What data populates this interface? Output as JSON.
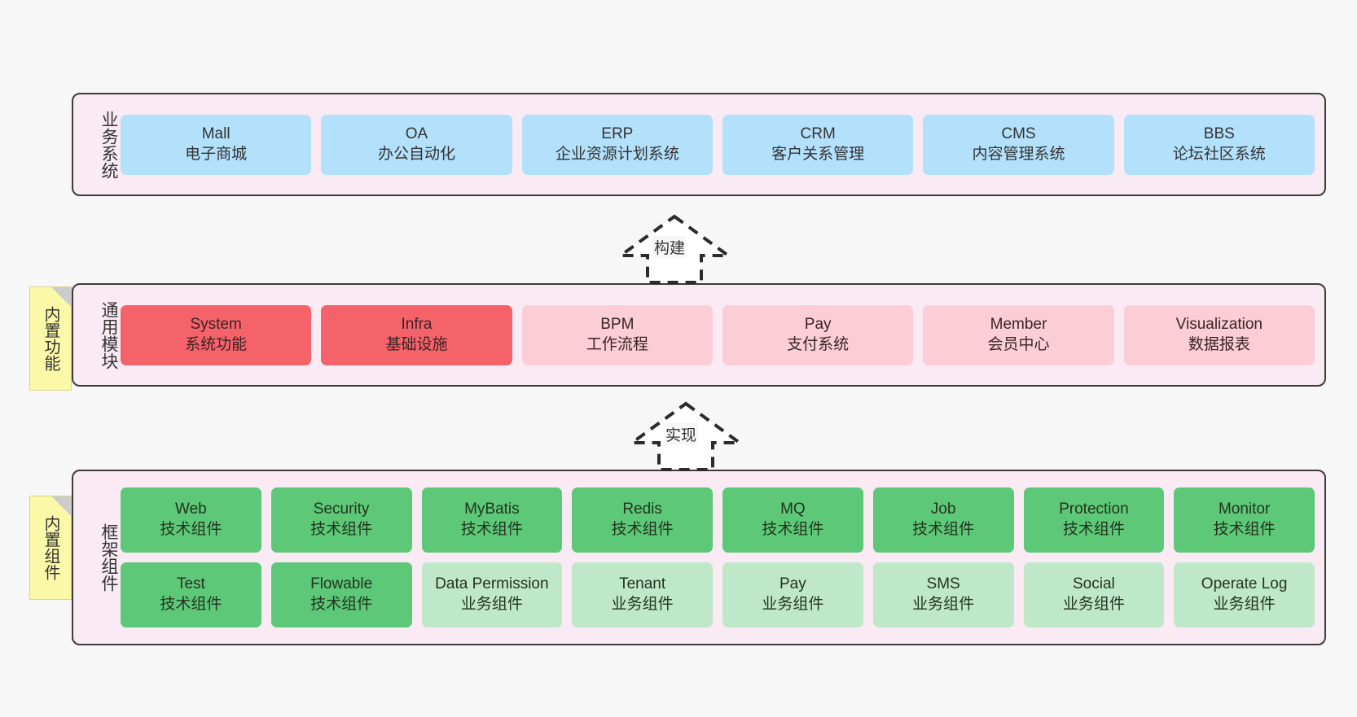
{
  "canvas": {
    "background": "#f7f7f7",
    "band_fill": "#f9eaf4",
    "band_border": "#3b3b3b",
    "note_fill": "#fbf8a8"
  },
  "notes": [
    {
      "id": "note-functions",
      "label": "内置功能"
    },
    {
      "id": "note-components",
      "label": "内置组件"
    }
  ],
  "bands": {
    "business": {
      "title": "业务系统",
      "color": "#b3e0fb",
      "cards": [
        {
          "en": "Mall",
          "cn": "电子商城"
        },
        {
          "en": "OA",
          "cn": "办公自动化"
        },
        {
          "en": "ERP",
          "cn": "企业资源计划系统"
        },
        {
          "en": "CRM",
          "cn": "客户关系管理"
        },
        {
          "en": "CMS",
          "cn": "内容管理系统"
        },
        {
          "en": "BBS",
          "cn": "论坛社区系统"
        }
      ]
    },
    "common": {
      "title": "通用模块",
      "color_strong": "#f4636a",
      "color_soft": "#fbcdd6",
      "cards": [
        {
          "en": "System",
          "cn": "系统功能",
          "tone": "strong"
        },
        {
          "en": "Infra",
          "cn": "基础设施",
          "tone": "strong"
        },
        {
          "en": "BPM",
          "cn": "工作流程",
          "tone": "soft"
        },
        {
          "en": "Pay",
          "cn": "支付系统",
          "tone": "soft"
        },
        {
          "en": "Member",
          "cn": "会员中心",
          "tone": "soft"
        },
        {
          "en": "Visualization",
          "cn": "数据报表",
          "tone": "soft"
        }
      ]
    },
    "framework": {
      "title": "框架组件",
      "color_strong": "#5dc878",
      "color_soft": "#bfe8c8",
      "row1": [
        {
          "en": "Web",
          "cn": "技术组件",
          "tone": "strong"
        },
        {
          "en": "Security",
          "cn": "技术组件",
          "tone": "strong"
        },
        {
          "en": "MyBatis",
          "cn": "技术组件",
          "tone": "strong"
        },
        {
          "en": "Redis",
          "cn": "技术组件",
          "tone": "strong"
        },
        {
          "en": "MQ",
          "cn": "技术组件",
          "tone": "strong"
        },
        {
          "en": "Job",
          "cn": "技术组件",
          "tone": "strong"
        },
        {
          "en": "Protection",
          "cn": "技术组件",
          "tone": "strong"
        },
        {
          "en": "Monitor",
          "cn": "技术组件",
          "tone": "strong"
        }
      ],
      "row2": [
        {
          "en": "Test",
          "cn": "技术组件",
          "tone": "strong"
        },
        {
          "en": "Flowable",
          "cn": "技术组件",
          "tone": "strong"
        },
        {
          "en": "Data Permission",
          "cn": "业务组件",
          "tone": "soft"
        },
        {
          "en": "Tenant",
          "cn": "业务组件",
          "tone": "soft"
        },
        {
          "en": "Pay",
          "cn": "业务组件",
          "tone": "soft"
        },
        {
          "en": "SMS",
          "cn": "业务组件",
          "tone": "soft"
        },
        {
          "en": "Social",
          "cn": "业务组件",
          "tone": "soft"
        },
        {
          "en": "Operate Log",
          "cn": "业务组件",
          "tone": "soft"
        }
      ]
    }
  },
  "arrows": [
    {
      "id": "arrow-build",
      "label": "构建",
      "direction": "up",
      "style": "dashed-hollow"
    },
    {
      "id": "arrow-impl",
      "label": "实现",
      "direction": "up",
      "style": "dashed-hollow"
    }
  ]
}
